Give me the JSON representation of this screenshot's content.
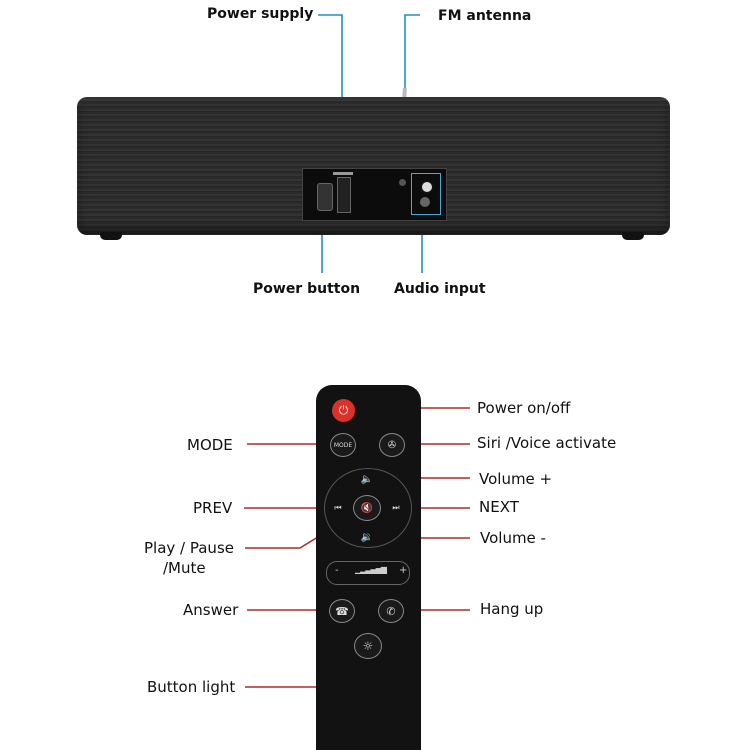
{
  "soundbar": {
    "labels": {
      "power_supply": "Power supply",
      "fm_antenna": "FM antenna",
      "power_button": "Power button",
      "audio_input": "Audio input"
    }
  },
  "remote": {
    "labels": {
      "power_on_off": "Power on/off",
      "mode": "MODE",
      "siri": "Siri /Voice activate",
      "volume_plus": "Volume +",
      "prev": "PREV",
      "next": "NEXT",
      "play_pause_line1": "Play / Pause",
      "play_pause_line2": "/Mute",
      "volume_minus": "Volume -",
      "answer": "Answer",
      "hang_up": "Hang up",
      "button_light": "Button light"
    },
    "buttons": {
      "mode_text": "MODE",
      "slider_minus": "-",
      "slider_plus": "+"
    }
  },
  "colors": {
    "soundbar_leader": "#1e90c8",
    "remote_leader": "#b02a2a",
    "power_button": "#d9322b"
  }
}
